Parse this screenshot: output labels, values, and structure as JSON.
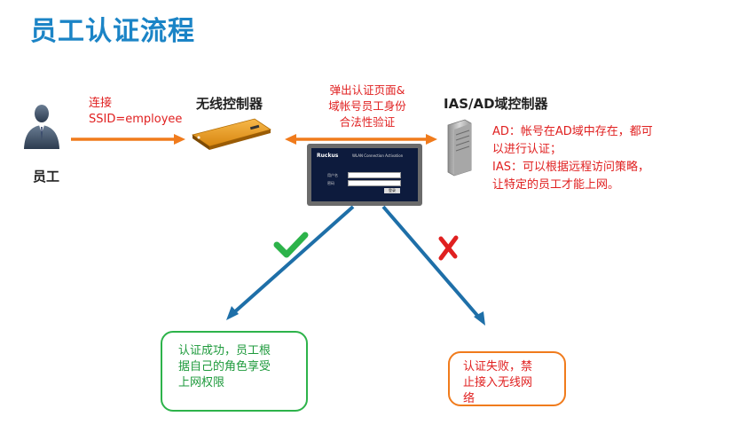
{
  "title": "员工认证流程",
  "actors": {
    "employee": "员工",
    "wlan_controller": "无线控制器",
    "ad_controller": "IAS/AD域控制器"
  },
  "connect_text": [
    "连接",
    "SSID=employee"
  ],
  "popup_text": [
    "弹出认证页面&",
    "域帐号员工身份",
    "合法性验证"
  ],
  "ad_text": [
    "AD：帐号在AD域中存在，都可",
    "以进行认证；",
    "IAS：可以根据远程访问策略，",
    "让特定的员工才能上网。"
  ],
  "screen": {
    "logo": "Ruckus",
    "heading": "WLAN Connection Activation",
    "user_label": "用户名",
    "password_label": "密码",
    "login": "登录"
  },
  "success_text": [
    "认证成功，员工根",
    "据自己的角色享受",
    "上网权限"
  ],
  "fail_text": [
    "认证失败，禁",
    "止接入无线网",
    "络"
  ],
  "colors": {
    "title": "#1b84c6",
    "arrow_orange": "#f07b1c",
    "arrow_blue": "#1e6fa8",
    "success": "#2db34a",
    "fail": "#e02020"
  },
  "icons": {
    "employee": "person-icon",
    "wlan_controller": "controller-device-icon",
    "ad_controller": "server-icon",
    "success": "check-icon",
    "fail": "cross-icon"
  }
}
